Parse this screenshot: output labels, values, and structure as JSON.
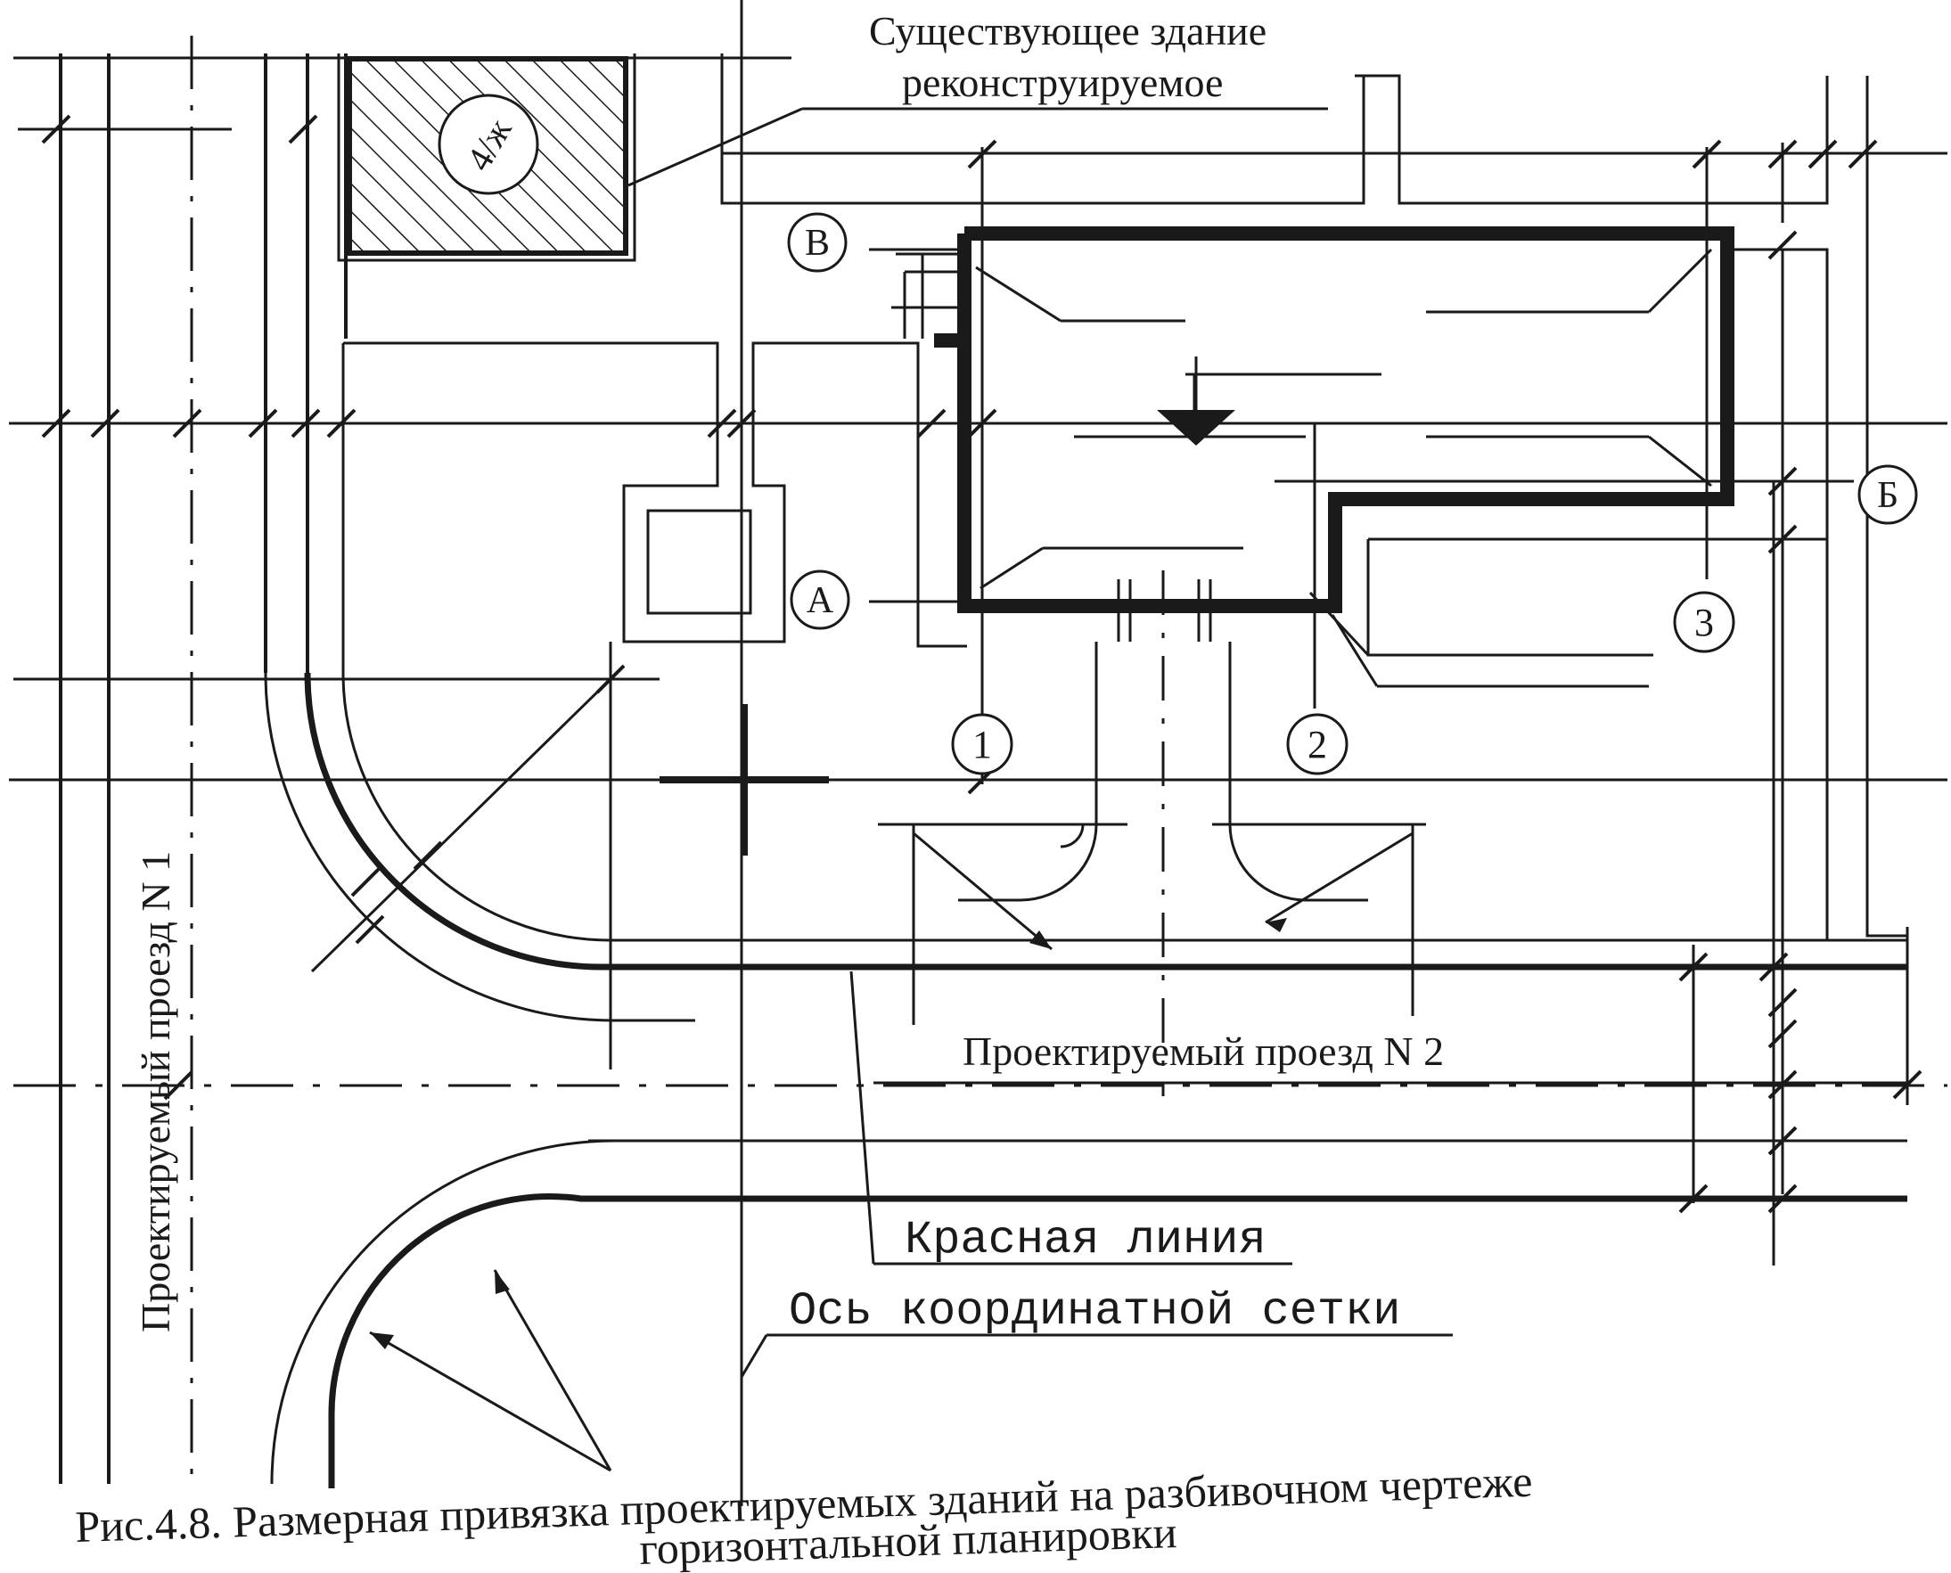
{
  "labels": {
    "existing_building_line1": "Существующее здание",
    "existing_building_line2": "реконструируемое",
    "driveway_1": "Проектируемый проезд N 1",
    "driveway_2": "Проектируемый проезд N 2",
    "red_line": "Красная линия",
    "grid_axis": "Ось координатной сетки",
    "building_mark": "4/ж"
  },
  "axis_markers": [
    "В",
    "А",
    "Б",
    "1",
    "2",
    "3"
  ],
  "caption": {
    "line1": "Рис.4.8. Размерная привязка проектируемых зданий на разбивочном чертеже",
    "line2": "горизонтальной планировки"
  }
}
